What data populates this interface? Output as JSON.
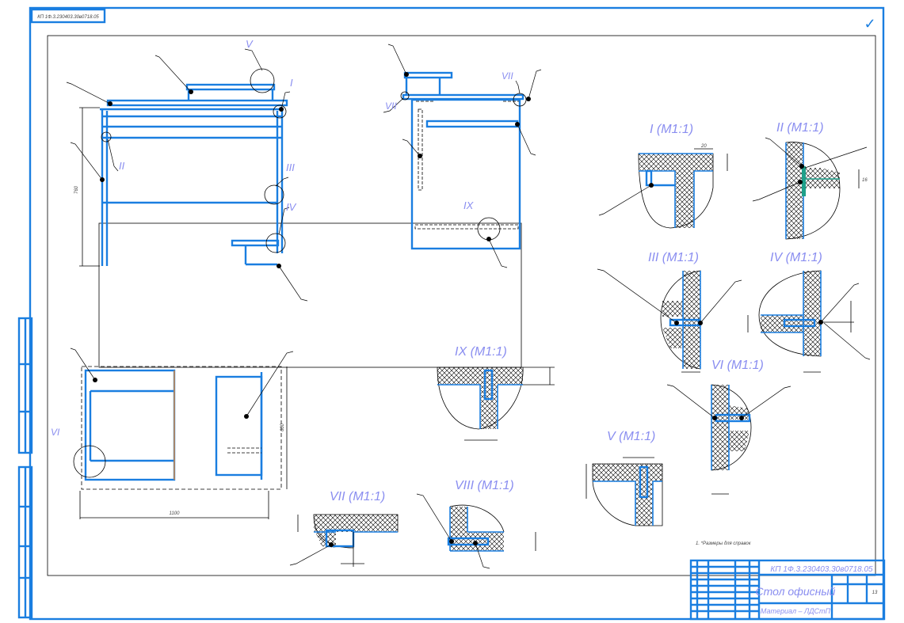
{
  "corner_code": "КП 1Ф.3.230403.30в0718.05",
  "check_mark": "✓",
  "views": {
    "I": "I",
    "II": "II",
    "III": "III",
    "IV": "IV",
    "V": "V",
    "VI": "VI",
    "VII": "VII",
    "IX": "IX"
  },
  "details": {
    "I": "I (M1:1)",
    "II": "II (M1:1)",
    "III": "III (M1:1)",
    "IV": "IV (M1:1)",
    "V": "V (M1:1)",
    "VI": "VI (M1:1)",
    "VII": "VII (M1:1)",
    "VIII": "VIII (M1:1)",
    "IX": "IX (M1:1)"
  },
  "dims": {
    "height": "760",
    "depth": "600",
    "width": "1100",
    "d20": "20",
    "d16": "16"
  },
  "note": "1. *Размеры для справок",
  "title_block": {
    "code": "КП 1Ф.3.230403.30в0718.05",
    "title": "Стол офисный",
    "material": "Материал – ЛДСтП",
    "sheet": "13"
  }
}
